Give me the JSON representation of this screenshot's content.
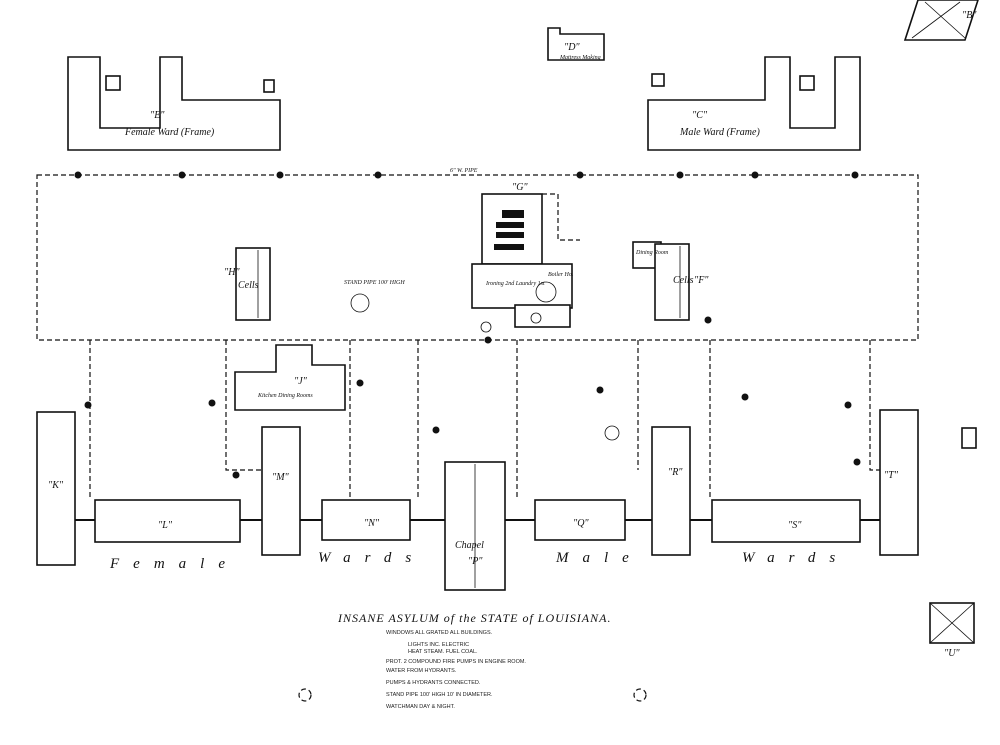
{
  "title": "INSANE ASYLUM of the STATE of LOUISIANA.",
  "notes": [
    "WINDOWS ALL GRATED ALL BUILDINGS.",
    "LIGHTS INC. ELECTRIC",
    "HEAT STEAM. FUEL COAL.",
    "PROT. 2 COMPOUND FIRE PUMPS IN ENGINE ROOM.",
    "WATER FROM HYDRANTS.",
    "PUMPS & HYDRANTS CONNECTED.",
    "STAND PIPE 100' HIGH 10' IN DIAMETER.",
    "WATCHMAN DAY & NIGHT."
  ],
  "buildings": {
    "E": {
      "letter": "\"E\"",
      "name": "Female Ward (Frame)"
    },
    "C": {
      "letter": "\"C\"",
      "name": "Male Ward (Frame)"
    },
    "D": {
      "letter": "\"D\"",
      "name": "Mattress Making"
    },
    "B": {
      "letter": "\"B\""
    },
    "G": {
      "letter": "\"G\"",
      "name": "Ironing 2nd Laundry 1st",
      "sub": "Boiler Ho."
    },
    "H": {
      "letter": "\"H\"",
      "name": "Cells"
    },
    "F": {
      "letter": "\"F\"",
      "name": "Cells",
      "sub": "Dining Room"
    },
    "J": {
      "letter": "\"J\"",
      "name": "Kitchen Dining Rooms"
    },
    "K": {
      "letter": "\"K\""
    },
    "L": {
      "letter": "\"L\""
    },
    "M": {
      "letter": "\"M\""
    },
    "N": {
      "letter": "\"N\""
    },
    "P": {
      "letter": "Chapel",
      "name": "\"P\""
    },
    "Q": {
      "letter": "\"Q\""
    },
    "R": {
      "letter": "\"R\""
    },
    "S": {
      "letter": "\"S\""
    },
    "T": {
      "letter": "\"T\""
    },
    "U": {
      "letter": "\"U\""
    }
  },
  "stand_pipe": "STAND PIPE 100' HIGH",
  "row_labels": [
    "Female",
    "Wards",
    "Male",
    "Wards"
  ],
  "pipe_label": "6\" W. PIPE"
}
